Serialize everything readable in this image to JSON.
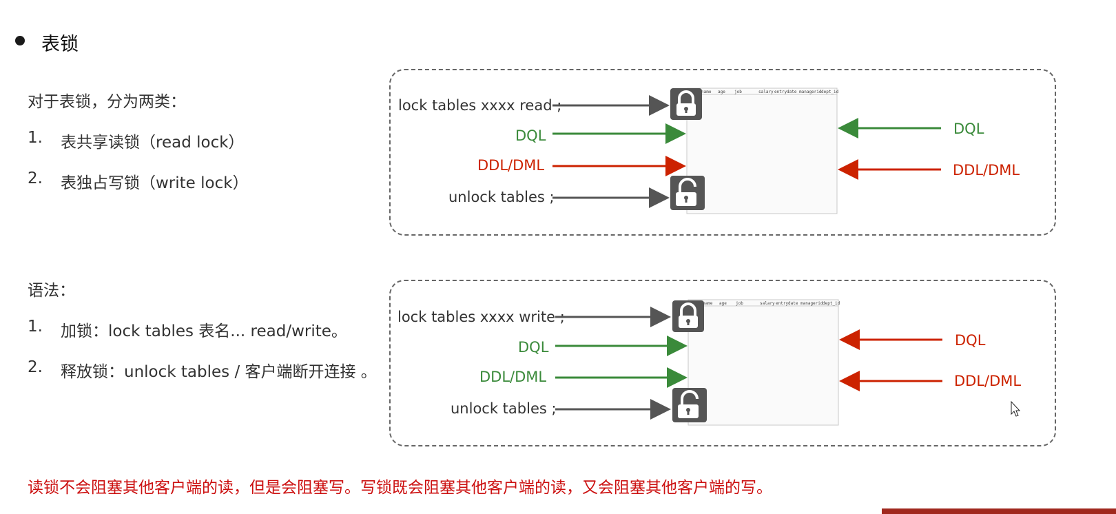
{
  "heading": "表锁",
  "intro": "对于表锁，分为两类：",
  "types": [
    {
      "num": "1.",
      "text": "表共享读锁（read lock）"
    },
    {
      "num": "2.",
      "text": "表独占写锁（write lock）"
    }
  ],
  "syntax_label": "语法：",
  "syntax": [
    {
      "num": "1.",
      "text": "加锁：lock tables  表名...  read/write。"
    },
    {
      "num": "2.",
      "text": "释放锁：unlock  tables / 客户端断开连接 。"
    }
  ],
  "read_diagram": {
    "lock_cmd": "lock tables xxxx read ;",
    "left_dql": "DQL",
    "left_ddl": "DDL/DML",
    "unlock_cmd": "unlock tables ;",
    "right_dql": "DQL",
    "right_ddl": "DDL/DML"
  },
  "write_diagram": {
    "lock_cmd": "lock tables xxxx write ;",
    "left_dql": "DQL",
    "left_ddl": "DDL/DML",
    "unlock_cmd": "unlock tables ;",
    "right_dql": "DQL",
    "right_ddl": "DDL/DML"
  },
  "table_header": [
    "name",
    "age",
    "job",
    "salary",
    "entrydate",
    "managerid",
    "dept_id"
  ],
  "bottom_note": "读锁不会阻塞其他客户端的读，但是会阻塞写。写锁既会阻塞其他客户端的读，又会阻塞其他客户端的写。",
  "colors": {
    "green": "#3a8a3a",
    "red": "#cc2200",
    "arrow_gray": "#555555"
  }
}
